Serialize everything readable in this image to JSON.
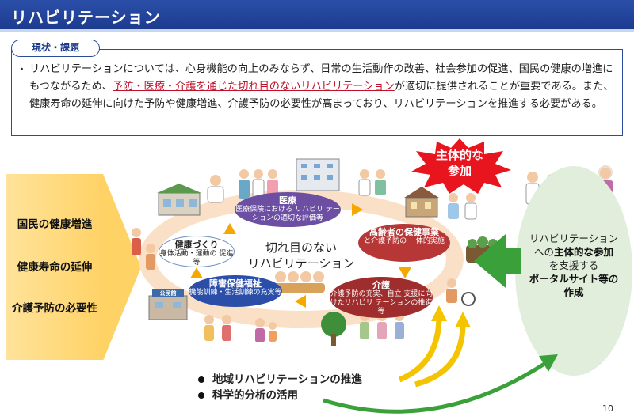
{
  "header": {
    "title": "リハビリテーション"
  },
  "issues": {
    "tag": "現状・課題",
    "bullet": "・",
    "text_before": "リハビリテーションについては、心身機能の向上のみならず、日常の生活動作の改善、社会参加の促進、国民の健康の増進にもつながるため、",
    "text_highlight": "予防・医療・介護を通じた切れ目のないリハビリテーション",
    "text_after": "が適切に提供されることが重要である。また、健康寿命の延伸に向けた予防や健康増進、介護予防の必要性が高まっており、リハビリテーションを推進する必要がある。"
  },
  "left_panel": {
    "items": [
      "国民の健康増進",
      "健康寿命の延伸",
      "介護予防の必要性"
    ]
  },
  "cycle": {
    "center_line1": "切れ目のない",
    "center_line2": "リハビリテーション",
    "nodes": [
      {
        "title": "医療",
        "desc": "医療保険における リハビリ テーションの適切な評価等"
      },
      {
        "title": "高齢者の保健事業",
        "desc": "と介護予防の 一体的実施"
      },
      {
        "title": "介護",
        "desc": "介護予防の充実、自立 支援に向けたリハビリ テーションの推進等"
      },
      {
        "title": "障害保健福祉",
        "desc": "機能訓練・生活訓練の充実等"
      },
      {
        "title": "健康づくり",
        "desc": "身体活動・運動の 促進等"
      }
    ],
    "building_sign": "公民館"
  },
  "burst": {
    "line1": "主体的な",
    "line2": "参加"
  },
  "right_panel": {
    "line1": "リハビリテーション",
    "line2a": "への",
    "line2b": "主体的な参加",
    "line3": "を支援する",
    "line4": "ポータルサイト等の",
    "line5": "作成"
  },
  "bottom_list": [
    "地域リハビリテーションの推進",
    "科学的分析の活用"
  ],
  "page_number": "10",
  "colors": {
    "header": "#1c3b8f",
    "highlight": "#c0102a",
    "left_panel": "#ffd266",
    "ring": "#f9e0c7",
    "burst": "#e8141e",
    "green": "#3aa03a",
    "orange_arrow": "#f5a800"
  }
}
